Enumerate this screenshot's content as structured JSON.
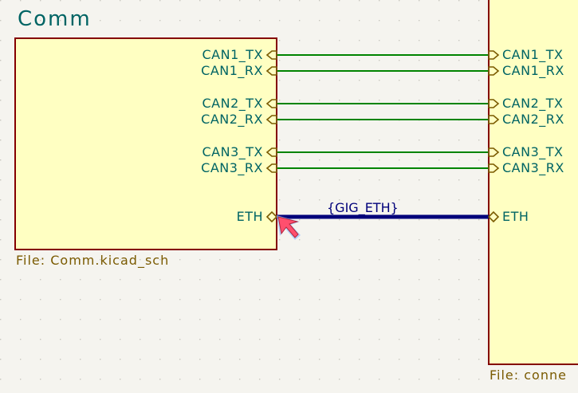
{
  "sheet_left": {
    "name": "Comm",
    "file": "File: Comm.kicad_sch",
    "pins": [
      "CAN1_TX",
      "CAN1_RX",
      "CAN2_TX",
      "CAN2_RX",
      "CAN3_TX",
      "CAN3_RX",
      "ETH"
    ]
  },
  "sheet_right": {
    "file": "File: conne",
    "pins": [
      "CAN1_TX",
      "CAN1_RX",
      "CAN2_TX",
      "CAN2_RX",
      "CAN3_TX",
      "CAN3_RX",
      "ETH"
    ]
  },
  "bus_label": "{GIG_ETH}",
  "colors": {
    "sheet_fill": "#ffffc2",
    "sheet_border": "#840000",
    "wire": "#008400",
    "bus": "#00007a",
    "pin_text": "#006464",
    "file_text": "#7a5a00",
    "background": "#f5f4ef",
    "cursor": "#ff4f6e"
  }
}
